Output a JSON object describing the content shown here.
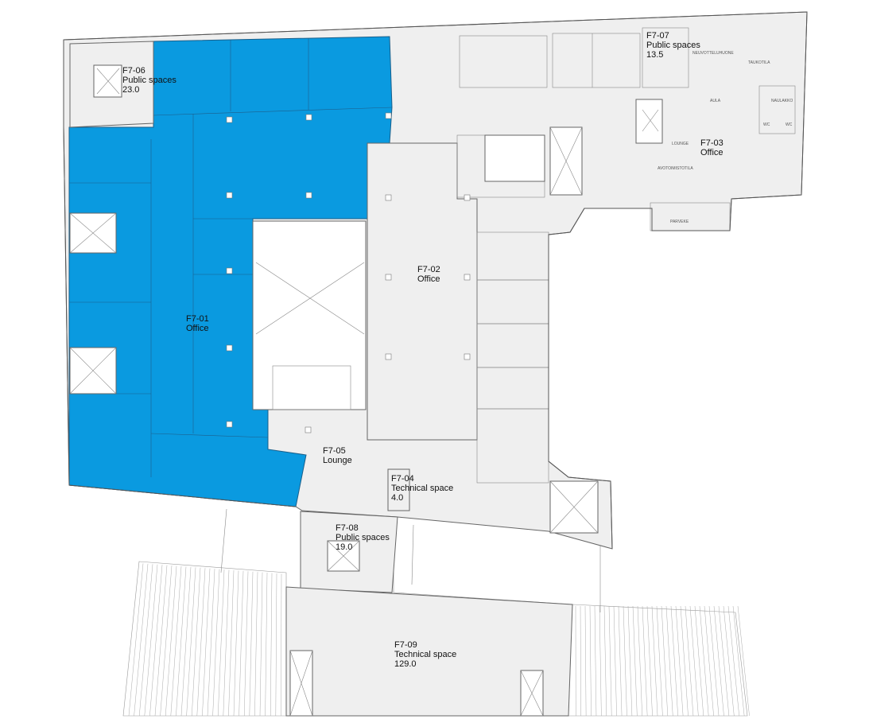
{
  "floor": "F7",
  "colors": {
    "selected": "#0a9ae0",
    "floor": "#efefef",
    "wall": "#555555"
  },
  "rooms": [
    {
      "id": "F7-01",
      "type": "Office",
      "selected": true
    },
    {
      "id": "F7-02",
      "type": "Office"
    },
    {
      "id": "F7-03",
      "type": "Office"
    },
    {
      "id": "F7-04",
      "type": "Technical space",
      "area": "4.0"
    },
    {
      "id": "F7-05",
      "type": "Lounge"
    },
    {
      "id": "F7-06",
      "type": "Public spaces",
      "area": "23.0"
    },
    {
      "id": "F7-07",
      "type": "Public spaces",
      "area": "13.5"
    },
    {
      "id": "F7-08",
      "type": "Public spaces",
      "area": "19.0"
    },
    {
      "id": "F7-09",
      "type": "Technical space",
      "area": "129.0"
    }
  ],
  "small_labels": {
    "meeting": "NEUVOTTELUHUONE",
    "break": "TAUKOTILA",
    "lobby": "AULA",
    "lounge": "LOUNGE",
    "open_office": "AVOTOIMISTOTILA",
    "balcony": "PARVEKE",
    "cloakroom": "NAULAKKO",
    "wc1": "WC",
    "wc2": "WC"
  }
}
